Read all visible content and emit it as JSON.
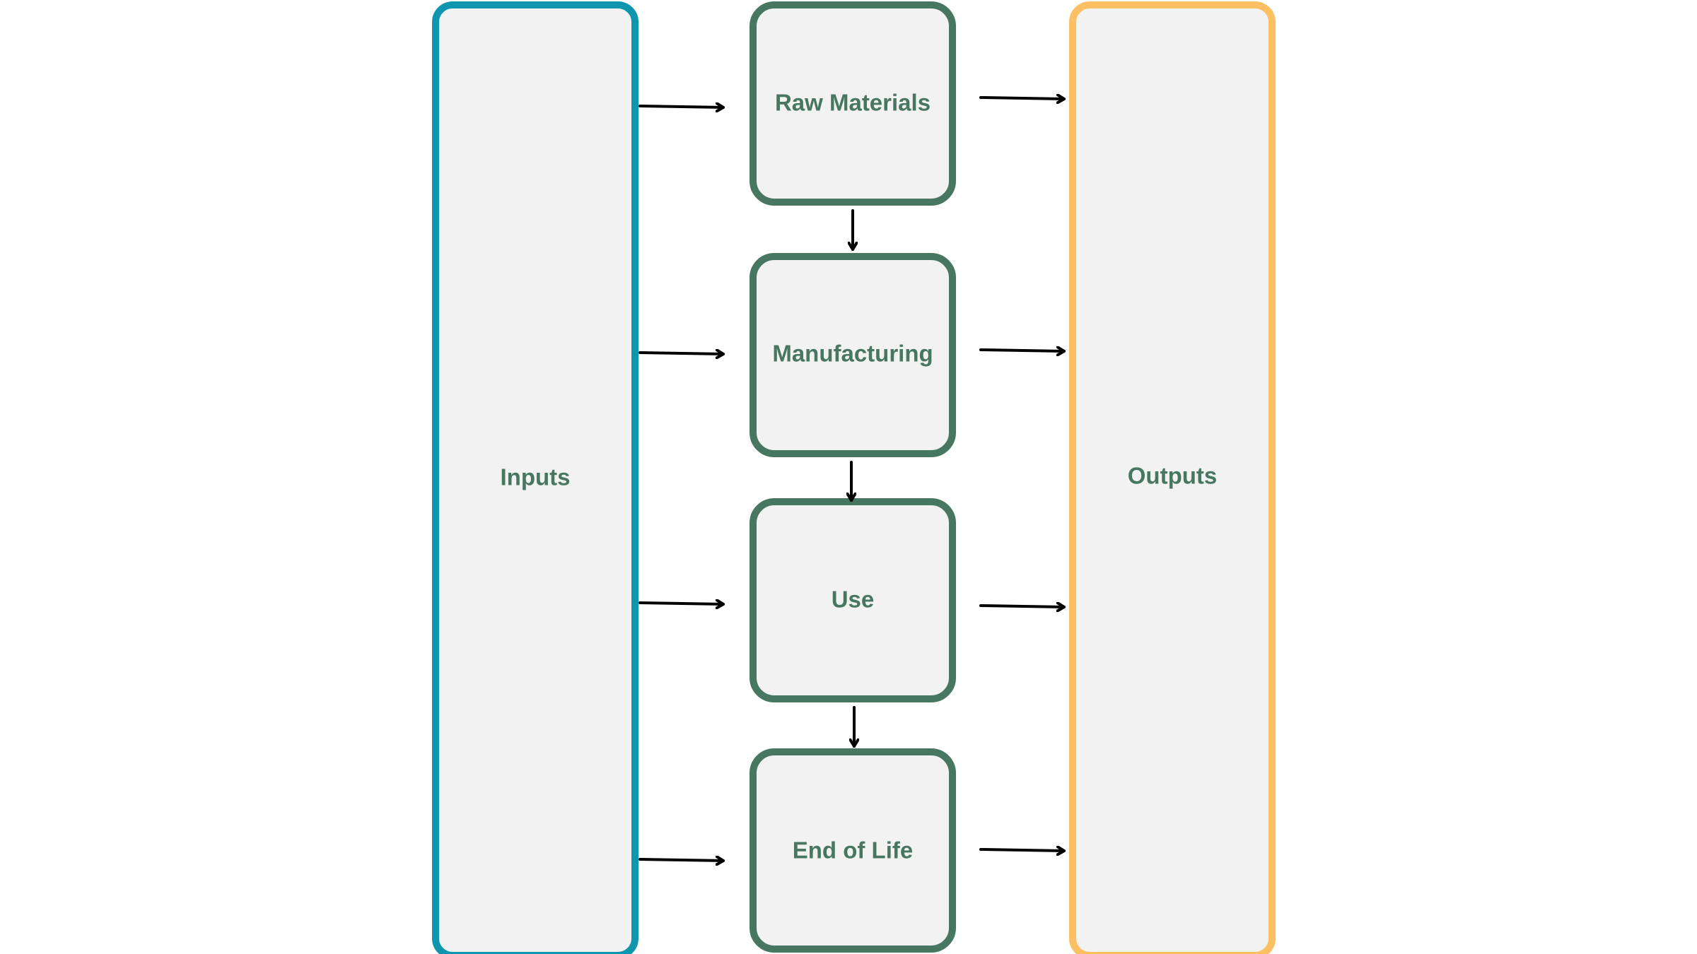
{
  "diagram": {
    "type": "lifecycle-flow",
    "colors": {
      "inputs_border": "#0F95AE",
      "outputs_border": "#FCC062",
      "stage_border": "#487761",
      "box_fill": "#F2F2F2",
      "label_text": "#487761",
      "arrow": "#000000"
    },
    "inputs": {
      "label": "Inputs"
    },
    "outputs": {
      "label": "Outputs"
    },
    "stages": [
      {
        "label": "Raw Materials"
      },
      {
        "label": "Manufacturing"
      },
      {
        "label": "Use"
      },
      {
        "label": "End of Life"
      }
    ]
  }
}
